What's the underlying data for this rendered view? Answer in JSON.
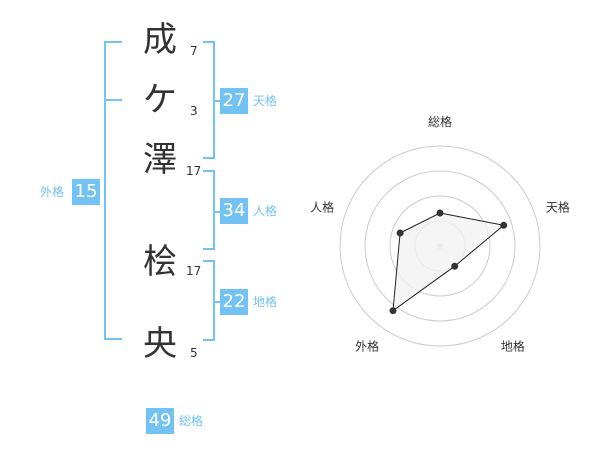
{
  "name": {
    "characters": [
      {
        "char": "成",
        "strokes": "7"
      },
      {
        "char": "ケ",
        "strokes": "3"
      },
      {
        "char": "澤",
        "strokes": "17"
      },
      {
        "char": "桧",
        "strokes": "17"
      },
      {
        "char": "央",
        "strokes": "5"
      }
    ]
  },
  "scores": {
    "tenkaku": {
      "value": "27",
      "label": "天格"
    },
    "jinkaku": {
      "value": "34",
      "label": "人格"
    },
    "chikaku": {
      "value": "22",
      "label": "地格"
    },
    "gaikaku": {
      "value": "15",
      "label": "外格"
    },
    "soukaku": {
      "value": "49",
      "label": "総格"
    }
  },
  "colors": {
    "accent": "#72c2f4",
    "text": "#333333",
    "grid": "#cccccc",
    "fill": "#f2f2f2"
  },
  "chart_data": {
    "type": "radar",
    "axes": [
      "総格",
      "天格",
      "地格",
      "外格",
      "人格"
    ],
    "values": [
      0.33,
      0.67,
      0.25,
      0.8,
      0.42
    ],
    "rings": 4
  }
}
